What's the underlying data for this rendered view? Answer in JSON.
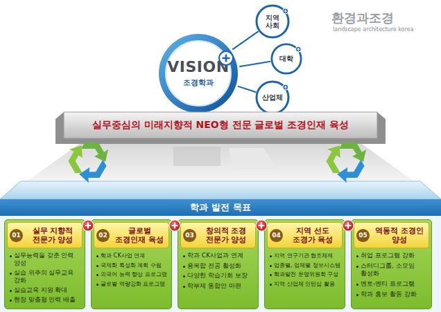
{
  "diagram": {
    "nodes": [
      {
        "text": [
          "VISION",
          "조경학과"
        ]
      },
      {
        "text": [
          "지역 사회"
        ]
      },
      {
        "text": [
          "대학"
        ]
      },
      {
        "text": [
          "산업체"
        ]
      },
      {
        "text": [
          "실무중심의 미래지향적 NEO형 전문 글로벌 조경인재 육성"
        ]
      },
      {
        "text": [
          "학과 발전 목표"
        ]
      },
      {
        "text": [
          "실무능력을 갖춘 인력 양성",
          "실습 위주의 실무교육 강화",
          "실습교육 지원 확대",
          "현장 맞춤형 인력 배출"
        ]
      },
      {
        "text": [
          "01",
          "실무 지향적 전문가 양성"
        ],
        "in": 6
      },
      {
        "text": [
          "학과 CK사업 연계",
          "국제화 특성화 계획 수립",
          "외국어 능력 향상 프로그램",
          "글로벌 역량강화 프로그램"
        ]
      },
      {
        "text": [
          "02",
          "글로벌 조경인재 육성"
        ],
        "in": 8
      },
      {
        "text": [
          "학과 CK사업과 연계",
          "융복합 전공 활성화",
          "다양한 학습기회 보장",
          "학부제 통합안 마련"
        ]
      },
      {
        "text": [
          "03",
          "창의적 조경 전문가 양성"
        ],
        "in": 10
      },
      {
        "text": [
          "지역 연구기관 협조체제",
          "업종별, 업체별 정보시스템",
          "학과발전 운영위원회 구성",
          "지역 산업체 인턴십 활용"
        ]
      },
      {
        "text": [
          "04",
          "지역 선도 조경가 육성"
        ],
        "in": 12
      },
      {
        "text": [
          "취업 프로그램 강화",
          "스터디그룹, 소모임 활성화",
          "멘토-멘티 프로그램",
          "학과 홍보 활동 강화"
        ]
      },
      {
        "text": [
          "05",
          "역동적 조경인 양성"
        ],
        "in": 14
      }
    ],
    "edges": [
      {
        "from": 0,
        "to": 1,
        "arrow": "none"
      },
      {
        "from": 0,
        "to": 2,
        "arrow": "none"
      },
      {
        "from": 0,
        "to": 3,
        "arrow": "none"
      }
    ],
    "labels": [
      "환경과조경",
      "landscape architecture korea"
    ]
  }
}
